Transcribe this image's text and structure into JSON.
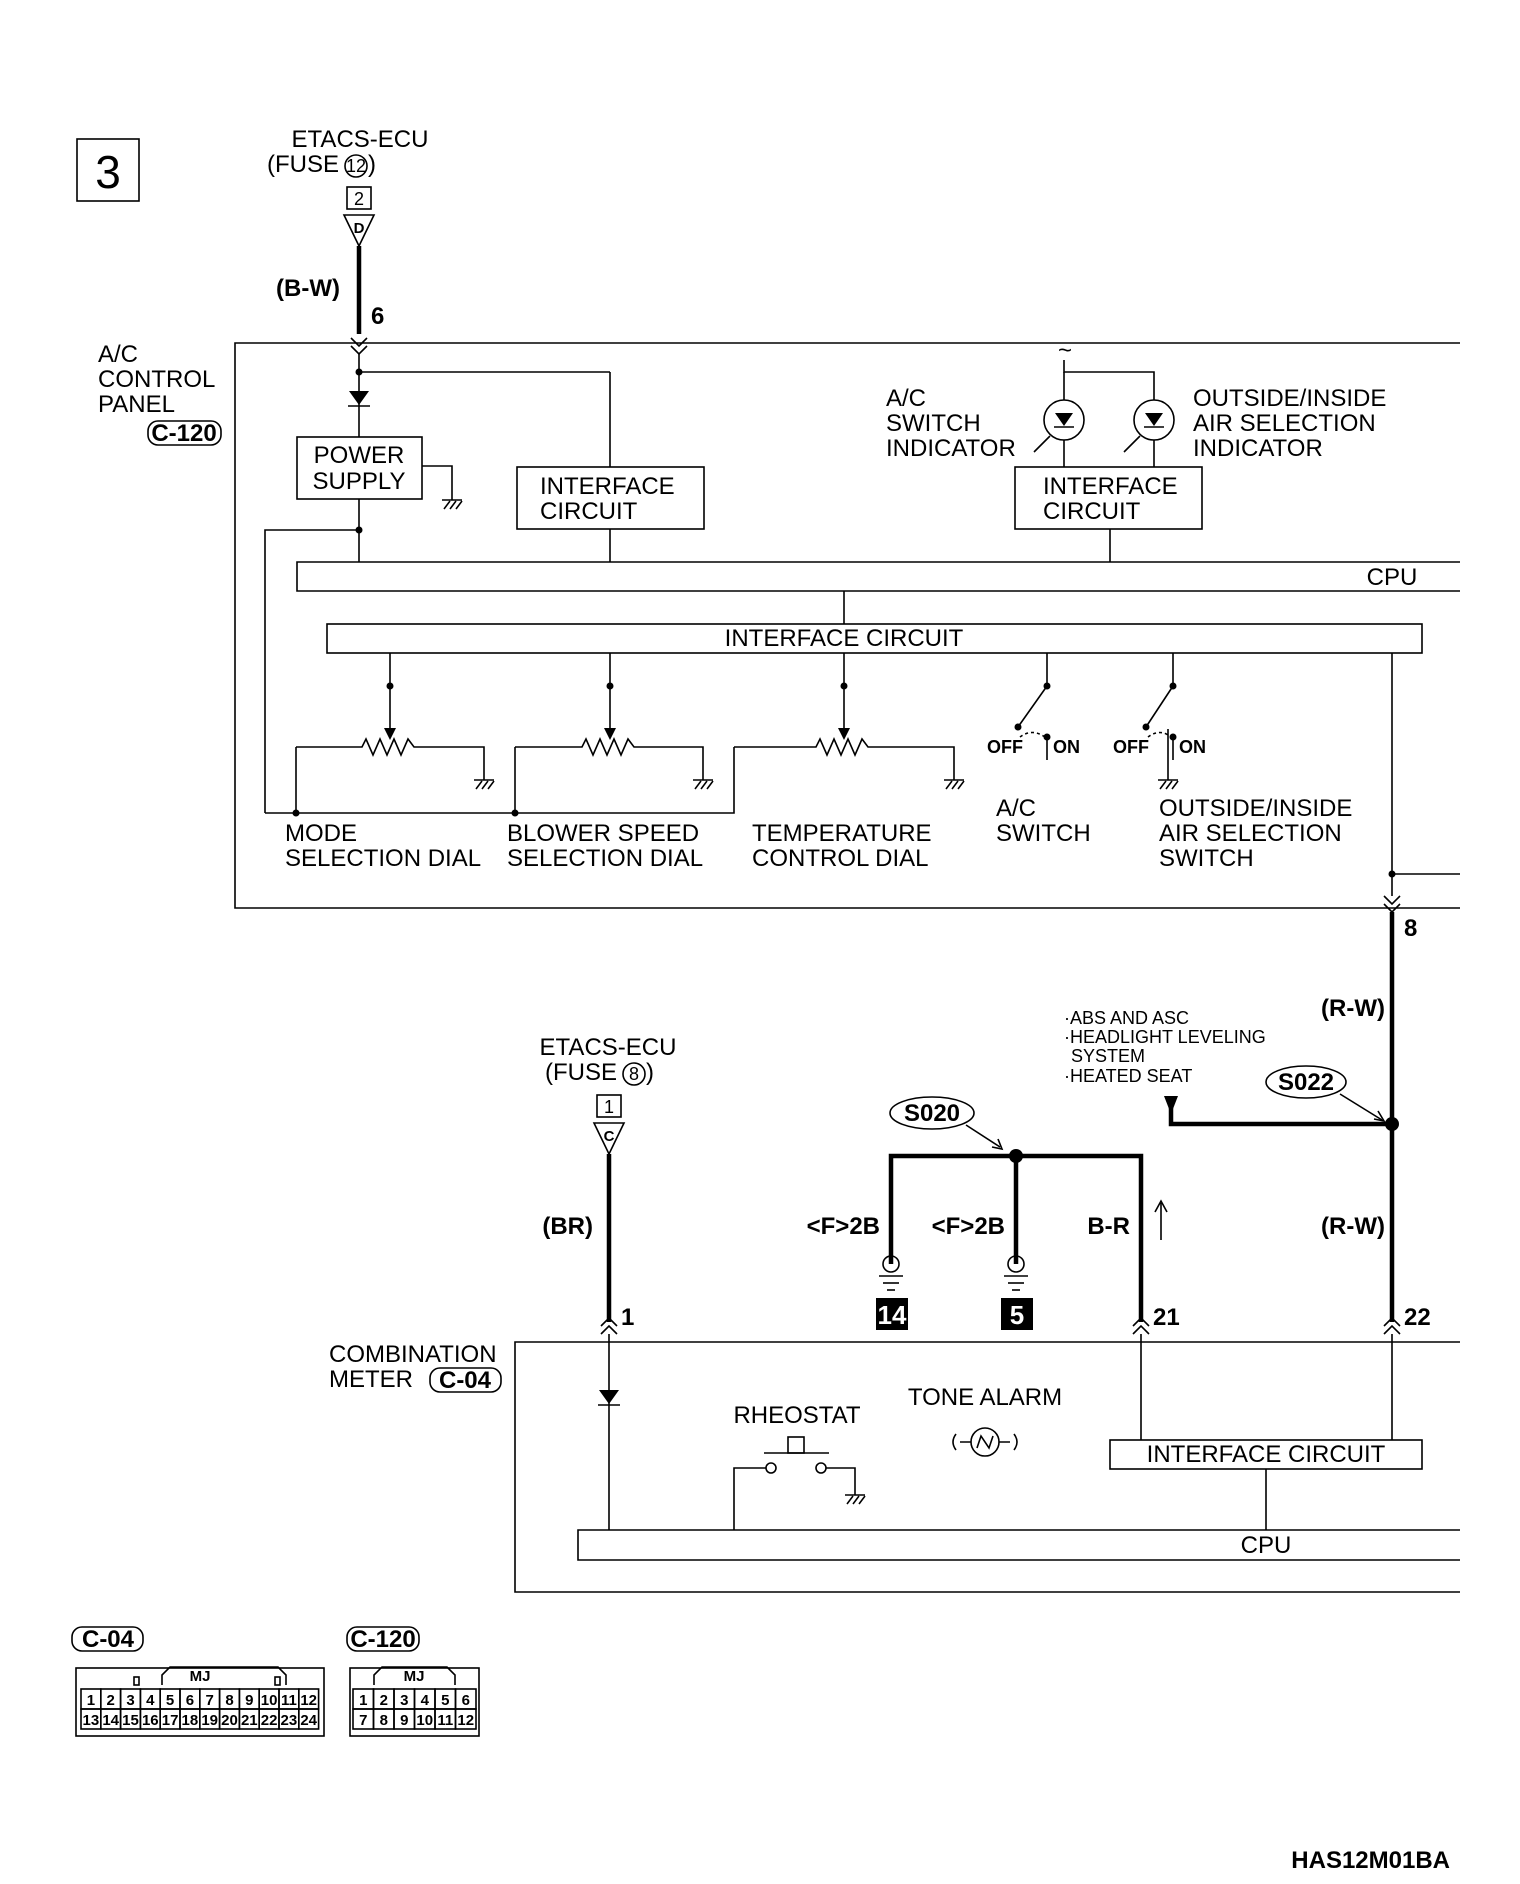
{
  "diagram_number": "3",
  "footer_code": "HAS12M01BA",
  "top_source": {
    "name": "ETACS-ECU",
    "fuse_label": "(FUSE",
    "fuse_number": "12",
    "fuse_close": ")",
    "connector_pin": "2",
    "connector_letter": "D",
    "wire_color": "(B-W)",
    "terminal": "6"
  },
  "ac_panel": {
    "label_lines": [
      "A/C",
      "CONTROL",
      "PANEL"
    ],
    "connector": "C-120",
    "power_supply": [
      "POWER",
      "SUPPLY"
    ],
    "interface_left": [
      "INTERFACE",
      "CIRCUIT"
    ],
    "interface_right": [
      "INTERFACE",
      "CIRCUIT"
    ],
    "ac_indicator": [
      "A/C",
      "SWITCH",
      "INDICATOR"
    ],
    "oi_indicator": [
      "OUTSIDE/INSIDE",
      "AIR SELECTION",
      "INDICATOR"
    ],
    "cpu": "CPU",
    "interface_wide": "INTERFACE CIRCUIT",
    "mode_dial": [
      "MODE",
      "SELECTION DIAL"
    ],
    "blower_dial": [
      "BLOWER SPEED",
      "SELECTION DIAL"
    ],
    "temp_dial": [
      "TEMPERATURE",
      "CONTROL DIAL"
    ],
    "ac_switch": [
      "A/C",
      "SWITCH"
    ],
    "oi_switch": [
      "OUTSIDE/INSIDE",
      "AIR SELECTION",
      "SWITCH"
    ],
    "off": "OFF",
    "on": "ON",
    "terminal_out": "8"
  },
  "rw_upper": "(R-W)",
  "rw_lower": "(R-W)",
  "branch_notes": [
    "·ABS AND ASC",
    "·HEADLIGHT LEVELING",
    "SYSTEM",
    "·HEATED SEAT"
  ],
  "splice_s022": "S022",
  "splice_s020": "S020",
  "mid_source": {
    "name": "ETACS-ECU",
    "fuse_label": "(FUSE",
    "fuse_number": "8",
    "fuse_close": ")",
    "connector_pin": "1",
    "connector_letter": "C",
    "wire_color": "(BR)"
  },
  "ground_left_label": "<F>2B",
  "ground_mid_label": "<F>2B",
  "ground_left_number": "14",
  "ground_mid_number": "5",
  "br_wire": "B-R",
  "meter_terminals": [
    "1",
    "21",
    "22"
  ],
  "meter": {
    "label_lines": [
      "COMBINATION",
      "METER"
    ],
    "connector": "C-04",
    "rheostat": "RHEOSTAT",
    "tone_alarm": "TONE ALARM",
    "interface": "INTERFACE CIRCUIT",
    "cpu": "CPU"
  },
  "connector_c04": {
    "label": "C-04",
    "tag": "MJ",
    "row1": [
      "1",
      "2",
      "3",
      "4",
      "5",
      "6",
      "7",
      "8",
      "9",
      "10",
      "11",
      "12"
    ],
    "row2": [
      "13",
      "14",
      "15",
      "16",
      "17",
      "18",
      "19",
      "20",
      "21",
      "22",
      "23",
      "24"
    ]
  },
  "connector_c120": {
    "label": "C-120",
    "tag": "MJ",
    "row1": [
      "1",
      "2",
      "3",
      "4",
      "5",
      "6"
    ],
    "row2": [
      "7",
      "8",
      "9",
      "10",
      "11",
      "12"
    ]
  }
}
